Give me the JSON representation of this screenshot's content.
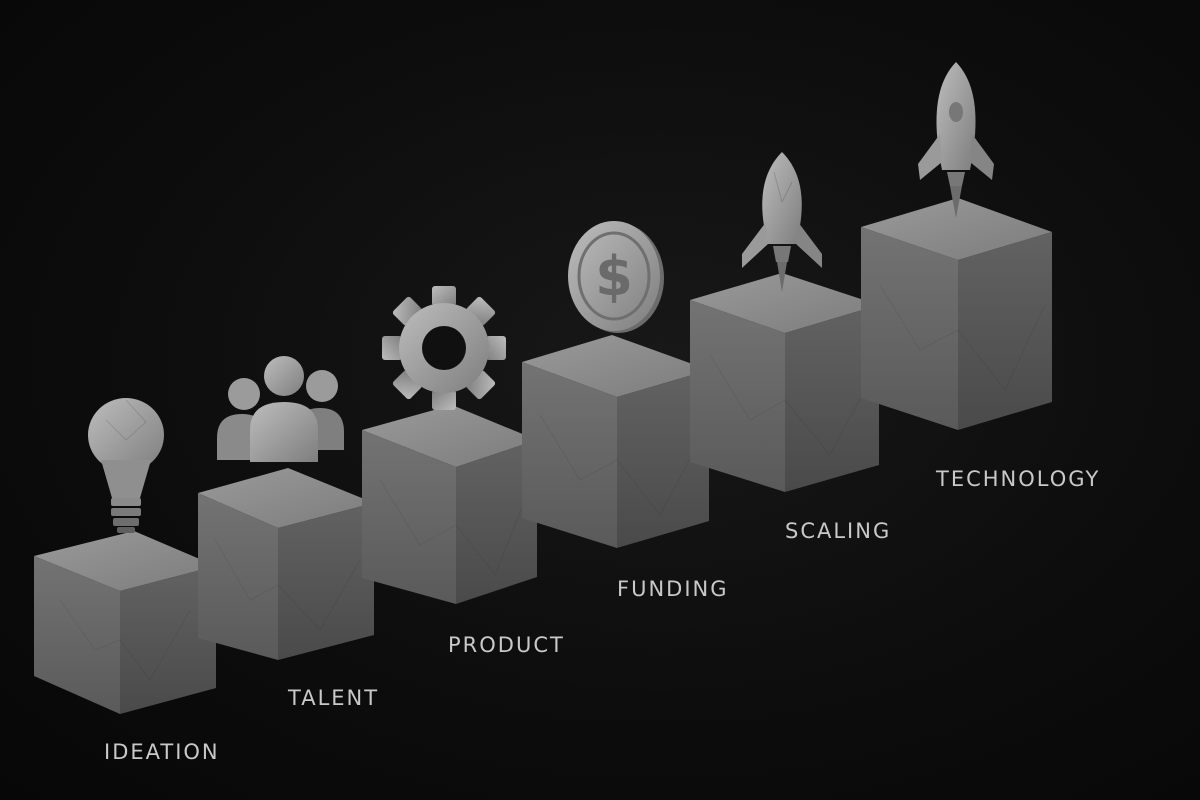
{
  "stages": [
    {
      "label": "IDEATION",
      "icon": "lightbulb-icon"
    },
    {
      "label": "TALENT",
      "icon": "people-icon"
    },
    {
      "label": "PRODUCT",
      "icon": "gear-icon"
    },
    {
      "label": "FUNDING",
      "icon": "dollar-coin-icon"
    },
    {
      "label": "SCALING",
      "icon": "rocket-icon"
    },
    {
      "label": "TECHNOLOGY",
      "icon": "rocket-icon"
    }
  ],
  "colors": {
    "background": "#0d0d0d",
    "block_top": "#8a8a8a",
    "block_front": "#666666",
    "block_side": "#555555",
    "label": "#c9c9c9"
  }
}
